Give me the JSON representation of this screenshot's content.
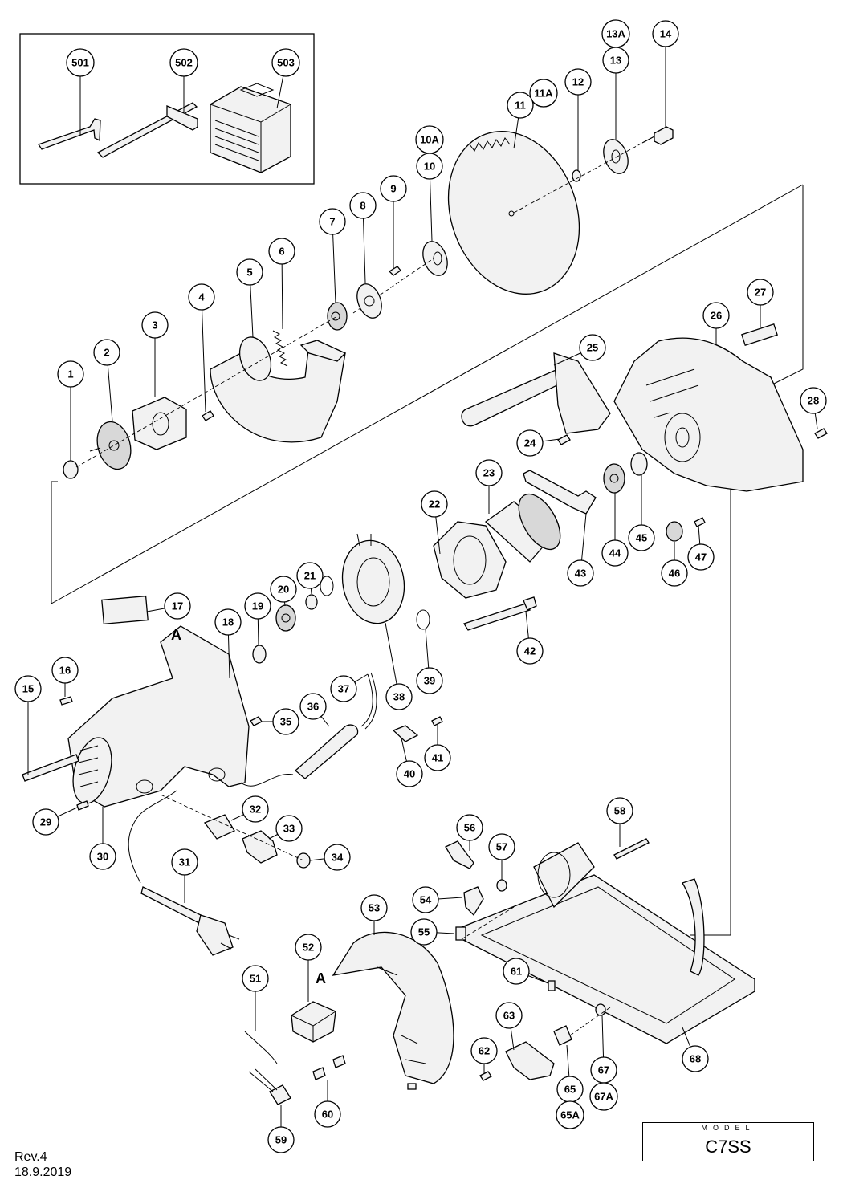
{
  "callouts": [
    "501",
    "502",
    "503",
    "13A",
    "14",
    "13",
    "12",
    "11A",
    "11",
    "10A",
    "10",
    "9",
    "8",
    "7",
    "6",
    "5",
    "4",
    "3",
    "2",
    "1",
    "27",
    "26",
    "25",
    "28",
    "24",
    "23",
    "22",
    "45",
    "44",
    "43",
    "47",
    "46",
    "21",
    "20",
    "19",
    "18",
    "17",
    "16",
    "15",
    "42",
    "39",
    "38",
    "37",
    "36",
    "35",
    "41",
    "40",
    "32",
    "33",
    "34",
    "29",
    "30",
    "31",
    "58",
    "56",
    "57",
    "54",
    "55",
    "53",
    "52",
    "51",
    "61",
    "63",
    "62",
    "67",
    "65",
    "67A",
    "65A",
    "68",
    "60",
    "59"
  ],
  "markers": {
    "a_top": "A",
    "a_handle": "A"
  },
  "revision": {
    "rev": "Rev.4",
    "date": "18.9.2019"
  },
  "model": {
    "label": "MODEL",
    "name": "C7SS"
  }
}
